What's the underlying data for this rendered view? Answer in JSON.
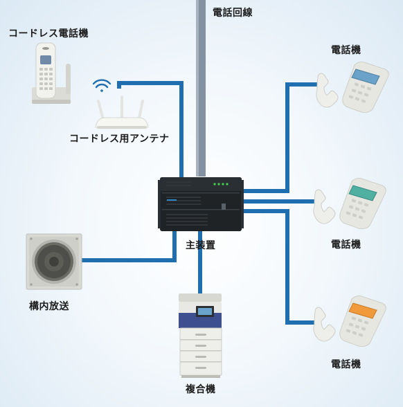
{
  "labels": {
    "phone_line": "電話回線",
    "cordless_phone": "コードレス電話機",
    "cordless_antenna": "コードレス用アンテナ",
    "telephone_1": "電話機",
    "main_unit": "主装置",
    "telephone_2": "電話機",
    "public_address": "構内放送",
    "telephone_3": "電話機",
    "multifunction_printer": "複合機"
  },
  "colors": {
    "cable": "#1f6fb0",
    "trunk": "#8391a0",
    "phone_body": "#e7e7e2",
    "phone_screen": "#4fb0a2",
    "phone_screen_orange": "#f09a3c",
    "main_unit": "#1f2326",
    "led": "#44d34d"
  },
  "icons": {
    "wifi": "wifi-icon",
    "router": "router-icon",
    "cordless": "cordless-phone-icon",
    "desk_phone": "desk-phone-icon",
    "speaker": "speaker-icon",
    "printer": "printer-icon",
    "pbx": "pbx-unit-icon"
  }
}
